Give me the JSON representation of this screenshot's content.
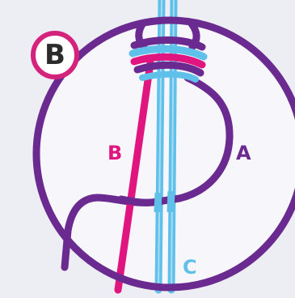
{
  "step_badge": {
    "label": "B"
  },
  "strands": {
    "a": {
      "label": "A",
      "color": "#6b2a8f"
    },
    "b": {
      "label": "B",
      "color": "#e0157f"
    },
    "c": {
      "label": "C",
      "color": "#5fc0ea"
    }
  },
  "frame_color": "#6b2a8f",
  "badge_text_color": "#2b2b2b",
  "badge_ring_color": "#d4237d"
}
